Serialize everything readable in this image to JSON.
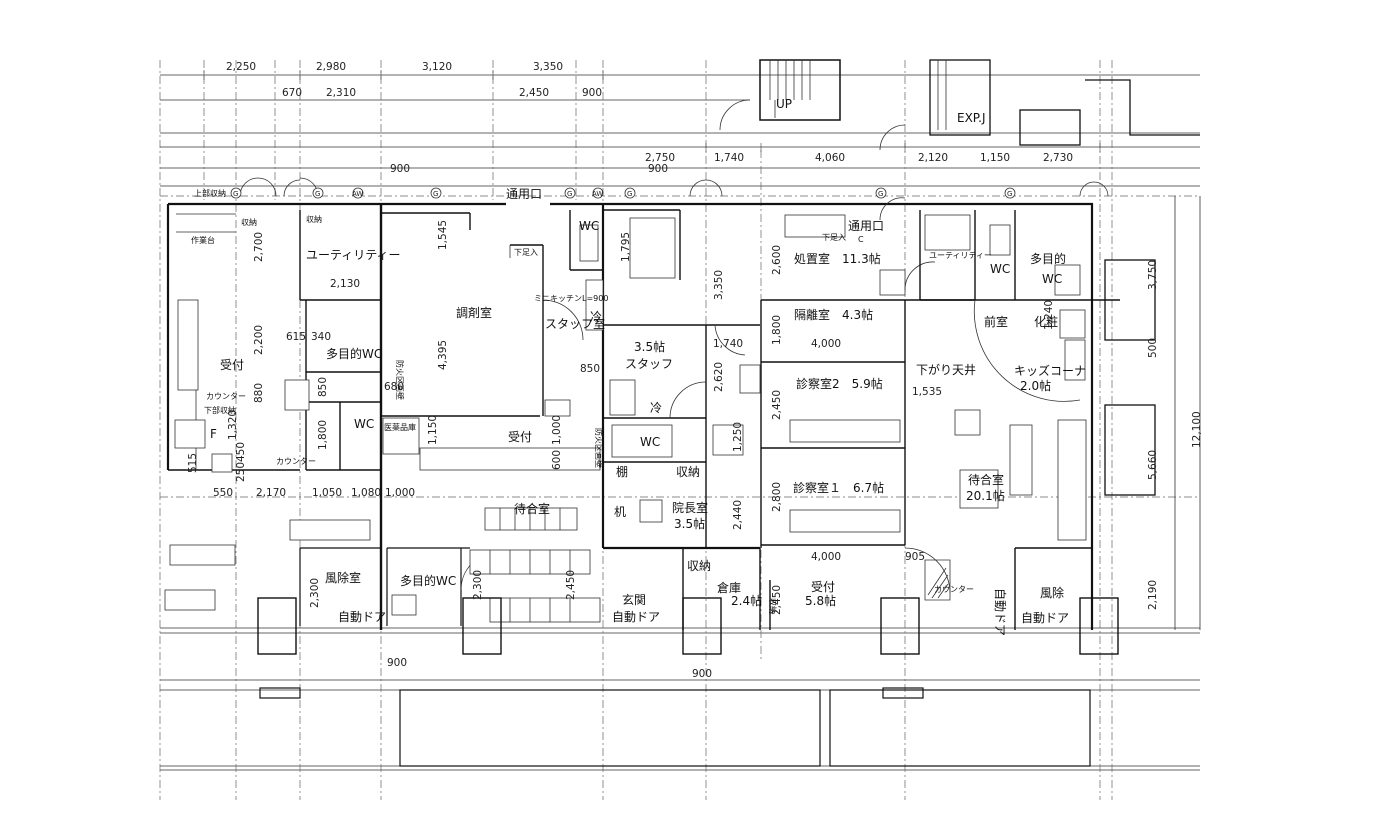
{
  "rooms": {
    "jyushoku": "作業台",
    "shunou1": "収納",
    "jobu_shunou": "上部収納",
    "utility1": "ユーティリティー",
    "uketsuke1": "受付",
    "tamokuteki1": "多目的WC",
    "wc1": "WC",
    "counter_kabu": "カウンター",
    "counter_kabu2": "下部収納",
    "counter2": "カウンター",
    "f_mark": "F",
    "chozai": "調剤室",
    "iyakuhin": "医薬品庫",
    "bouka1": "防火区画壁",
    "bouka2": "防火区画壁",
    "tsuyoguchi1": "通用口",
    "shitaashi1": "下足入",
    "wc2": "WC",
    "minikitchen": "ミニキッチンL=900",
    "staff_room": "スタッフ室",
    "rei1": "冷",
    "uketsuke2": "受付",
    "machiai1": "待合室",
    "fujo1": "風除室",
    "jidou1": "自動ドア",
    "tamokuteki2": "多目的WC",
    "staff35a": "3.5帖",
    "staff35b": "スタッフ",
    "rei2": "冷",
    "wc3": "WC",
    "tana": "棚",
    "shunou2": "収納",
    "tsukue": "机",
    "inchou_a": "院長室",
    "inchou_b": "3.5帖",
    "genkan_a": "玄関",
    "genkan_b": "自動ドア",
    "shunou3": "収納",
    "souko_a": "倉庫",
    "souko_b": "2.4帖",
    "shunou4": "収納",
    "shochi": "処置室　11.3帖",
    "shitaashi2": "下足入",
    "tsuyoguchi2": "通用口",
    "kakuri": "隔離室　4.3帖",
    "shinsatsu2": "診察室2　5.9帖",
    "shinsatsu1": "診察室１　6.7帖",
    "uketsuke3_a": "受付",
    "uketsuke3_b": "5.8帖",
    "sagari": "下がり天井",
    "utility2": "ユーティリティー",
    "wc4": "WC",
    "tamokuteki3_a": "多目的",
    "tamokuteki3_b": "WC",
    "zenshitsu": "前室",
    "keshou": "化粧",
    "kids_a": "キッズコーナ",
    "kids_b": "2.0帖",
    "machiai2_a": "待合室",
    "machiai2_b": "20.1帖",
    "counter3": "カウンター",
    "jidou2": "自動ドア",
    "fujo2_a": "風除",
    "fujo2_b": "自動ドア",
    "up": "UP",
    "expj": "EXP.J",
    "c_mark": "C"
  },
  "dims": {
    "d2250": "2,250",
    "d2980": "2,980",
    "d3120": "3,120",
    "d3350": "3,350",
    "d670": "670",
    "d2310": "2,310",
    "d2450a": "2,450",
    "d900a": "900",
    "d2750": "2,750",
    "d1740a": "1,740",
    "d4060": "4,060",
    "d2120": "2,120",
    "d1150": "1,150",
    "d2730": "2,730",
    "d900b": "900",
    "d900c": "900",
    "d2700": "2,700",
    "d2130": "2,130",
    "d1545": "1,545",
    "d1795": "1,795",
    "d3350b": "3,350",
    "d2600": "2,600",
    "d2200": "2,200",
    "d615": "615",
    "d340": "340",
    "d4395": "4,395",
    "d1800a": "1,800",
    "d4000a": "4,000",
    "d1740b": "1,740",
    "d850a": "850",
    "d850b": "850",
    "d680": "680",
    "d880": "880",
    "d2620": "2,620",
    "d2450b": "2,450",
    "d1535": "1,535",
    "d1320": "1,320",
    "d1800b": "1,800",
    "d1150b": "1,150",
    "d600": "600",
    "d1000a": "1,000",
    "d1250": "1,250",
    "d1240": "1,240",
    "d515": "515",
    "d250": "250",
    "d450": "450",
    "d550": "550",
    "d2170": "2,170",
    "d1050": "1,050",
    "d1080": "1,080",
    "d1000b": "1,000",
    "d2800": "2,800",
    "d2440": "2,440",
    "d4000b": "4,000",
    "d905": "905",
    "d2300a": "2,300",
    "d2300b": "2,300",
    "d2450c": "2,450",
    "d2450d": "2,450",
    "d900d": "900",
    "d900e": "900",
    "d3750": "3,750",
    "d500": "500",
    "d5660": "5,660",
    "d2190": "2,190",
    "d12100": "12,100"
  },
  "grid_marks": [
    "G",
    "G",
    "G",
    "AW",
    "G",
    "G",
    "AW",
    "G",
    "G"
  ]
}
